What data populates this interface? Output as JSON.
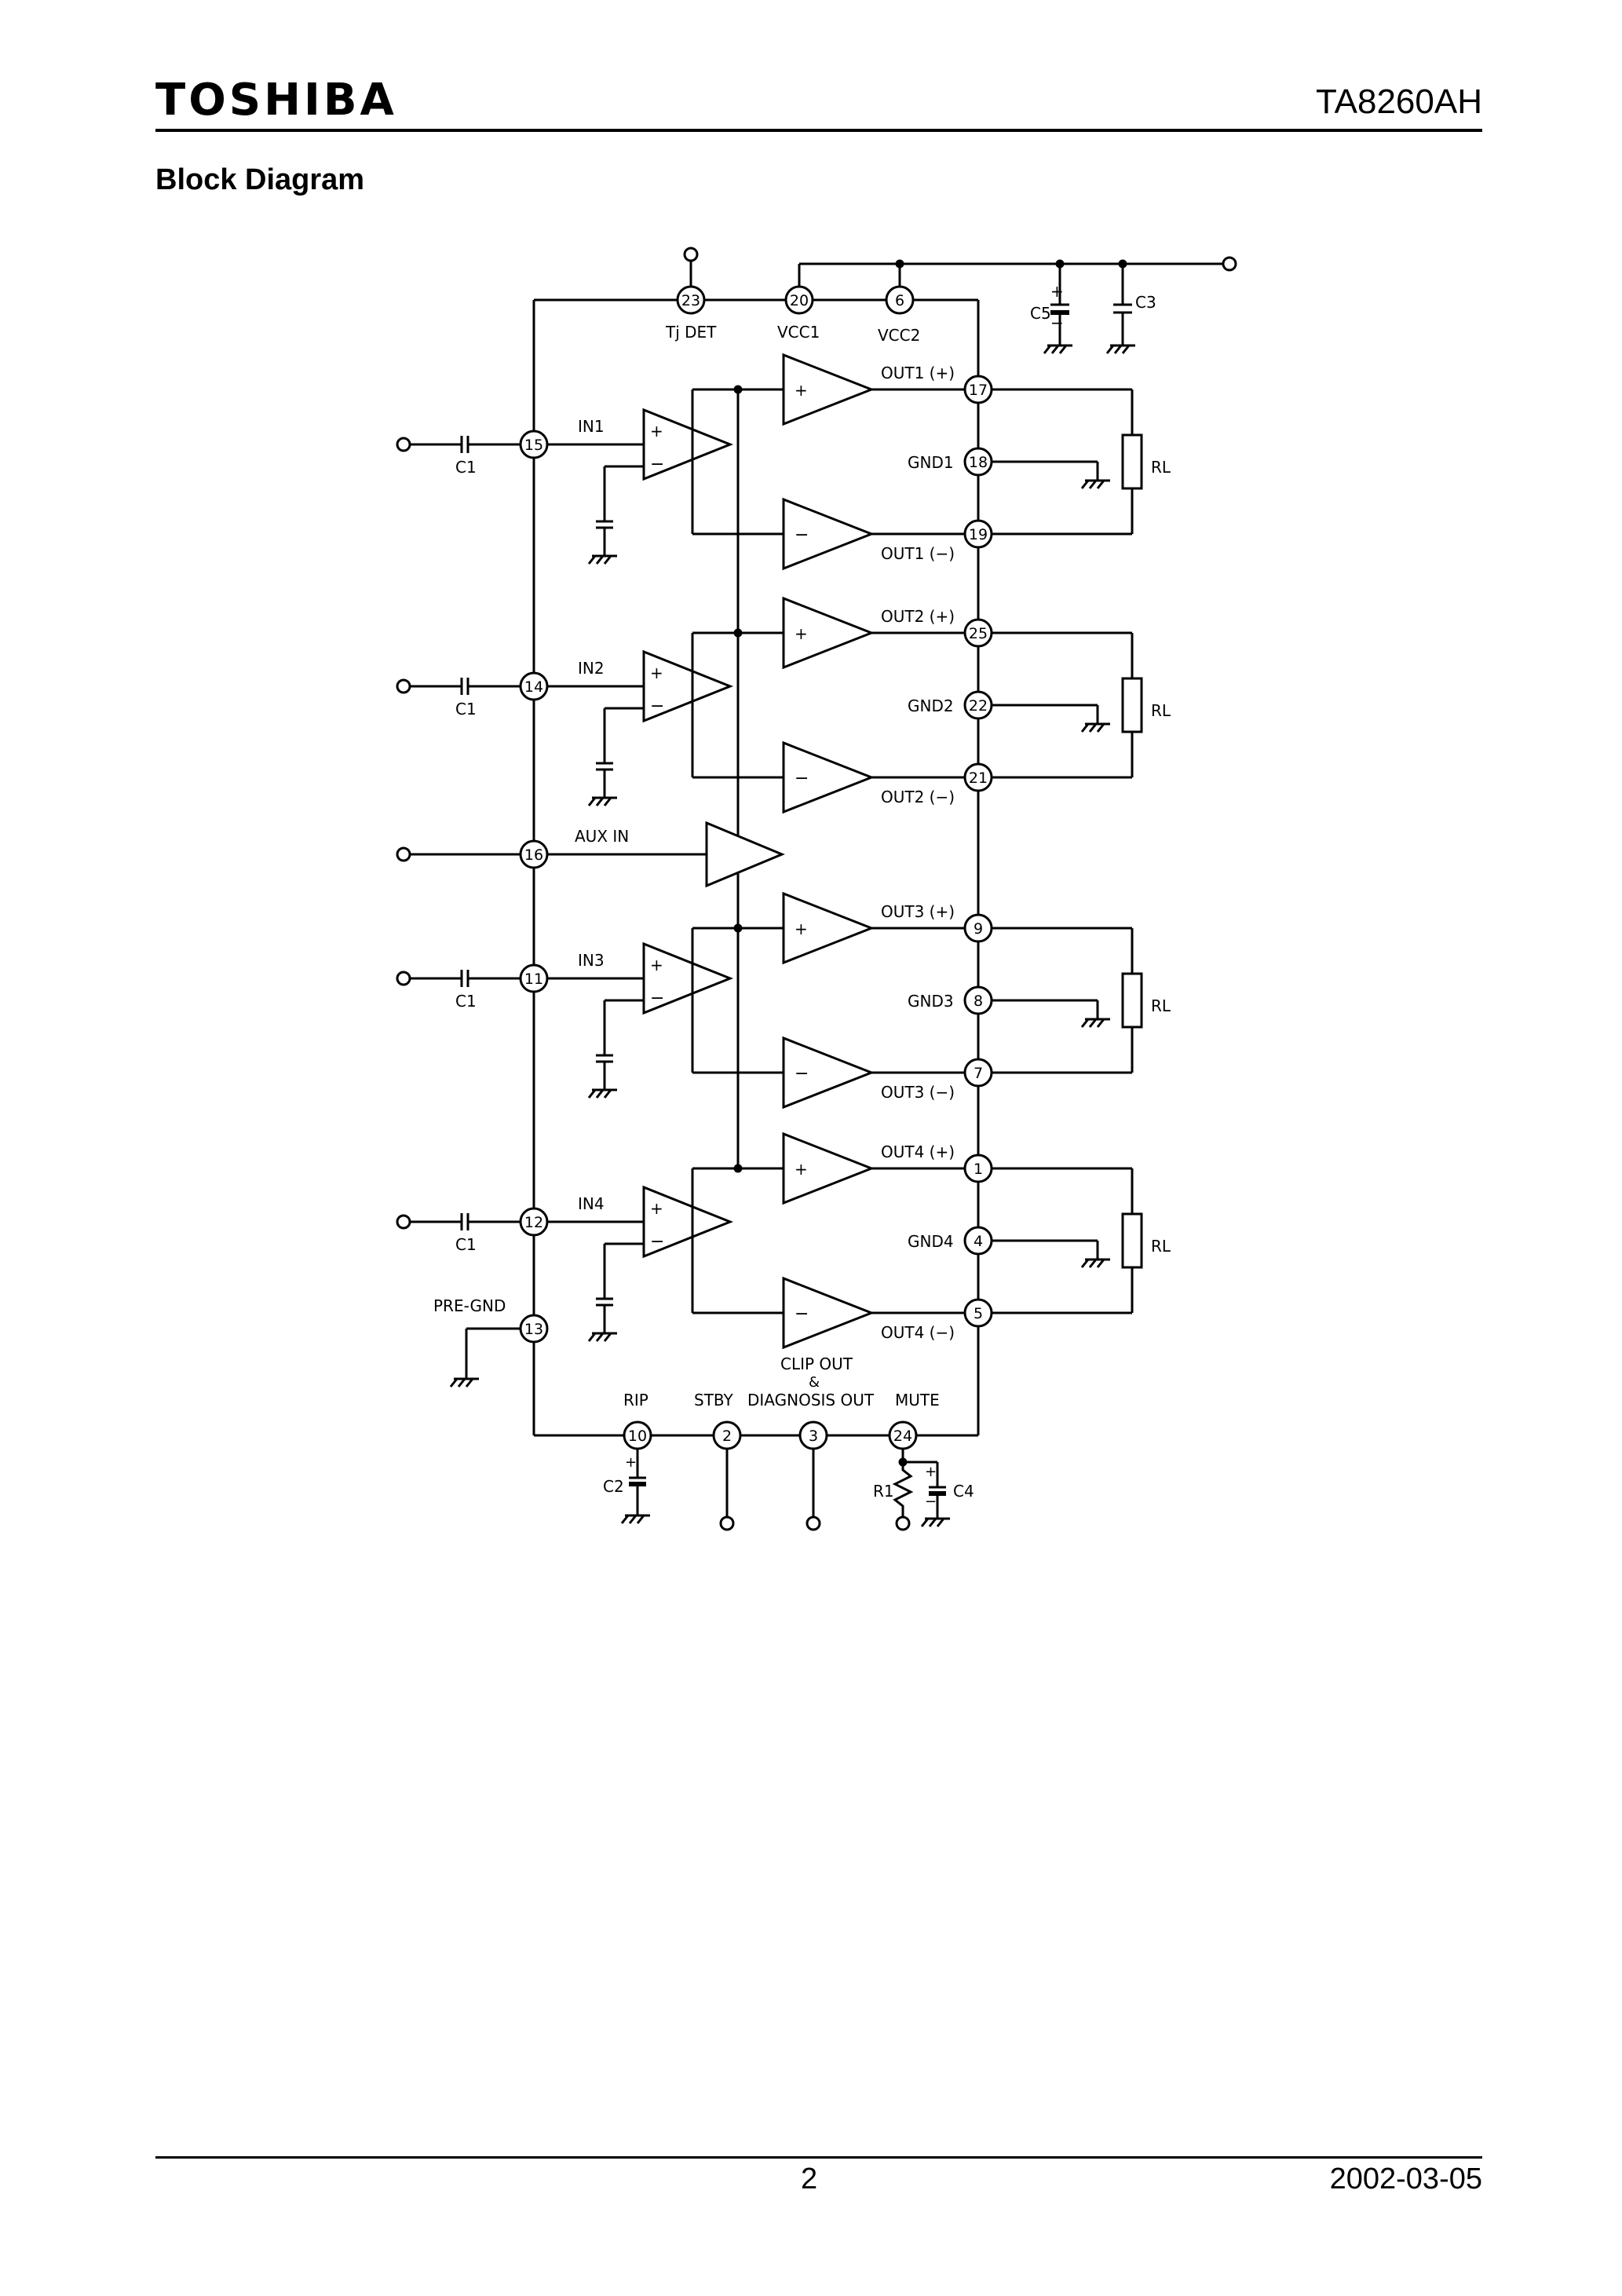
{
  "header": {
    "logo": "TOSHIBA",
    "part_number": "TA8260AH"
  },
  "section_title": "Block Diagram",
  "footer": {
    "page_number": "2",
    "date": "2002-03-05"
  },
  "pins": {
    "tj_det": "23",
    "vcc1": "20",
    "vcc2": "6",
    "in1": "15",
    "in2": "14",
    "aux_in": "16",
    "in3": "11",
    "in4": "12",
    "pre_gnd": "13",
    "out1p": "17",
    "gnd1": "18",
    "out1m": "19",
    "out2p": "25",
    "gnd2": "22",
    "out2m": "21",
    "out3p": "9",
    "gnd3": "8",
    "out3m": "7",
    "out4p": "1",
    "gnd4": "4",
    "out4m": "5",
    "rip": "10",
    "stby": "2",
    "diag": "3",
    "mute": "24"
  },
  "labels": {
    "tj_det": "Tj DET",
    "vcc1": "VCC1",
    "vcc2": "VCC2",
    "in1": "IN1",
    "in2": "IN2",
    "aux_in": "AUX IN",
    "in3": "IN3",
    "in4": "IN4",
    "pre_gnd": "PRE-GND",
    "out1p": "OUT1 (+)",
    "gnd1": "GND1",
    "out1m": "OUT1 (−)",
    "out2p": "OUT2 (+)",
    "gnd2": "GND2",
    "out2m": "OUT2 (−)",
    "out3p": "OUT3 (+)",
    "gnd3": "GND3",
    "out3m": "OUT3 (−)",
    "out4p": "OUT4 (+)",
    "gnd4": "GND4",
    "out4m": "OUT4 (−)",
    "clip_out": "CLIP OUT",
    "ampersand": "&",
    "rip": "RIP",
    "stby": "STBY",
    "diag": "DIAGNOSIS OUT",
    "mute": "MUTE",
    "plus": "+",
    "minus": "−"
  },
  "components": {
    "c1": "C1",
    "c2": "C2",
    "c3": "C3",
    "c4": "C4",
    "c5": "C5",
    "r1": "R1",
    "rl": "RL"
  }
}
